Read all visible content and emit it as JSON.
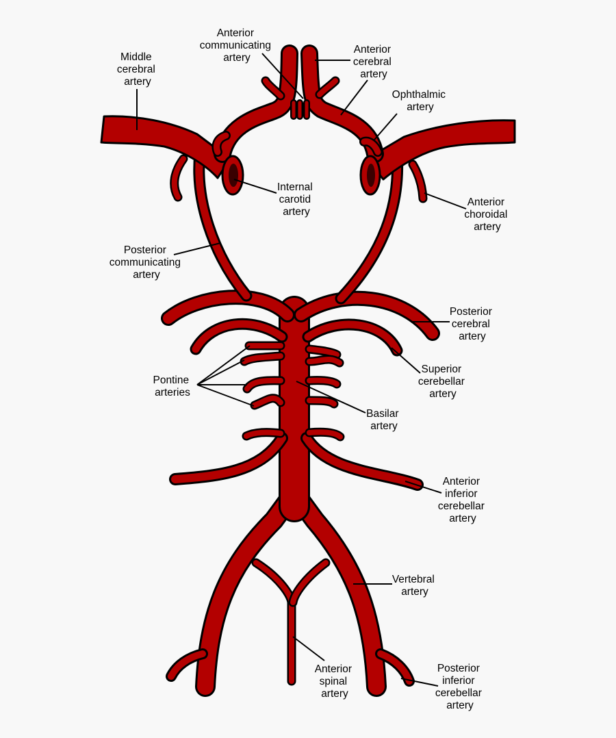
{
  "colors": {
    "artery": "#b30000",
    "outline": "#000000",
    "lumen": "#3a0000",
    "background": "#f8f8f8"
  },
  "labels": {
    "anterior_communicating": [
      "Anterior",
      "communicating",
      "artery"
    ],
    "anterior_cerebral": [
      "Anterior",
      "cerebral",
      "artery"
    ],
    "middle_cerebral": [
      "Middle",
      "cerebral",
      "artery"
    ],
    "ophthalmic": [
      "Ophthalmic",
      "artery"
    ],
    "internal_carotid": [
      "Internal",
      "carotid",
      "artery"
    ],
    "anterior_choroidal": [
      "Anterior",
      "choroidal",
      "artery"
    ],
    "posterior_communicating": [
      "Posterior",
      "communicating",
      "artery"
    ],
    "posterior_cerebral": [
      "Posterior",
      "cerebral",
      "artery"
    ],
    "superior_cerebellar": [
      "Superior",
      "cerebellar",
      "artery"
    ],
    "pontine": [
      "Pontine",
      "arteries"
    ],
    "basilar": [
      "Basilar",
      "artery"
    ],
    "anterior_inferior_cerebellar": [
      "Anterior",
      "inferior",
      "cerebellar",
      "artery"
    ],
    "vertebral": [
      "Vertebral",
      "artery"
    ],
    "anterior_spinal": [
      "Anterior",
      "spinal",
      "artery"
    ],
    "posterior_inferior_cerebellar": [
      "Posterior",
      "inferior",
      "cerebellar",
      "artery"
    ]
  }
}
